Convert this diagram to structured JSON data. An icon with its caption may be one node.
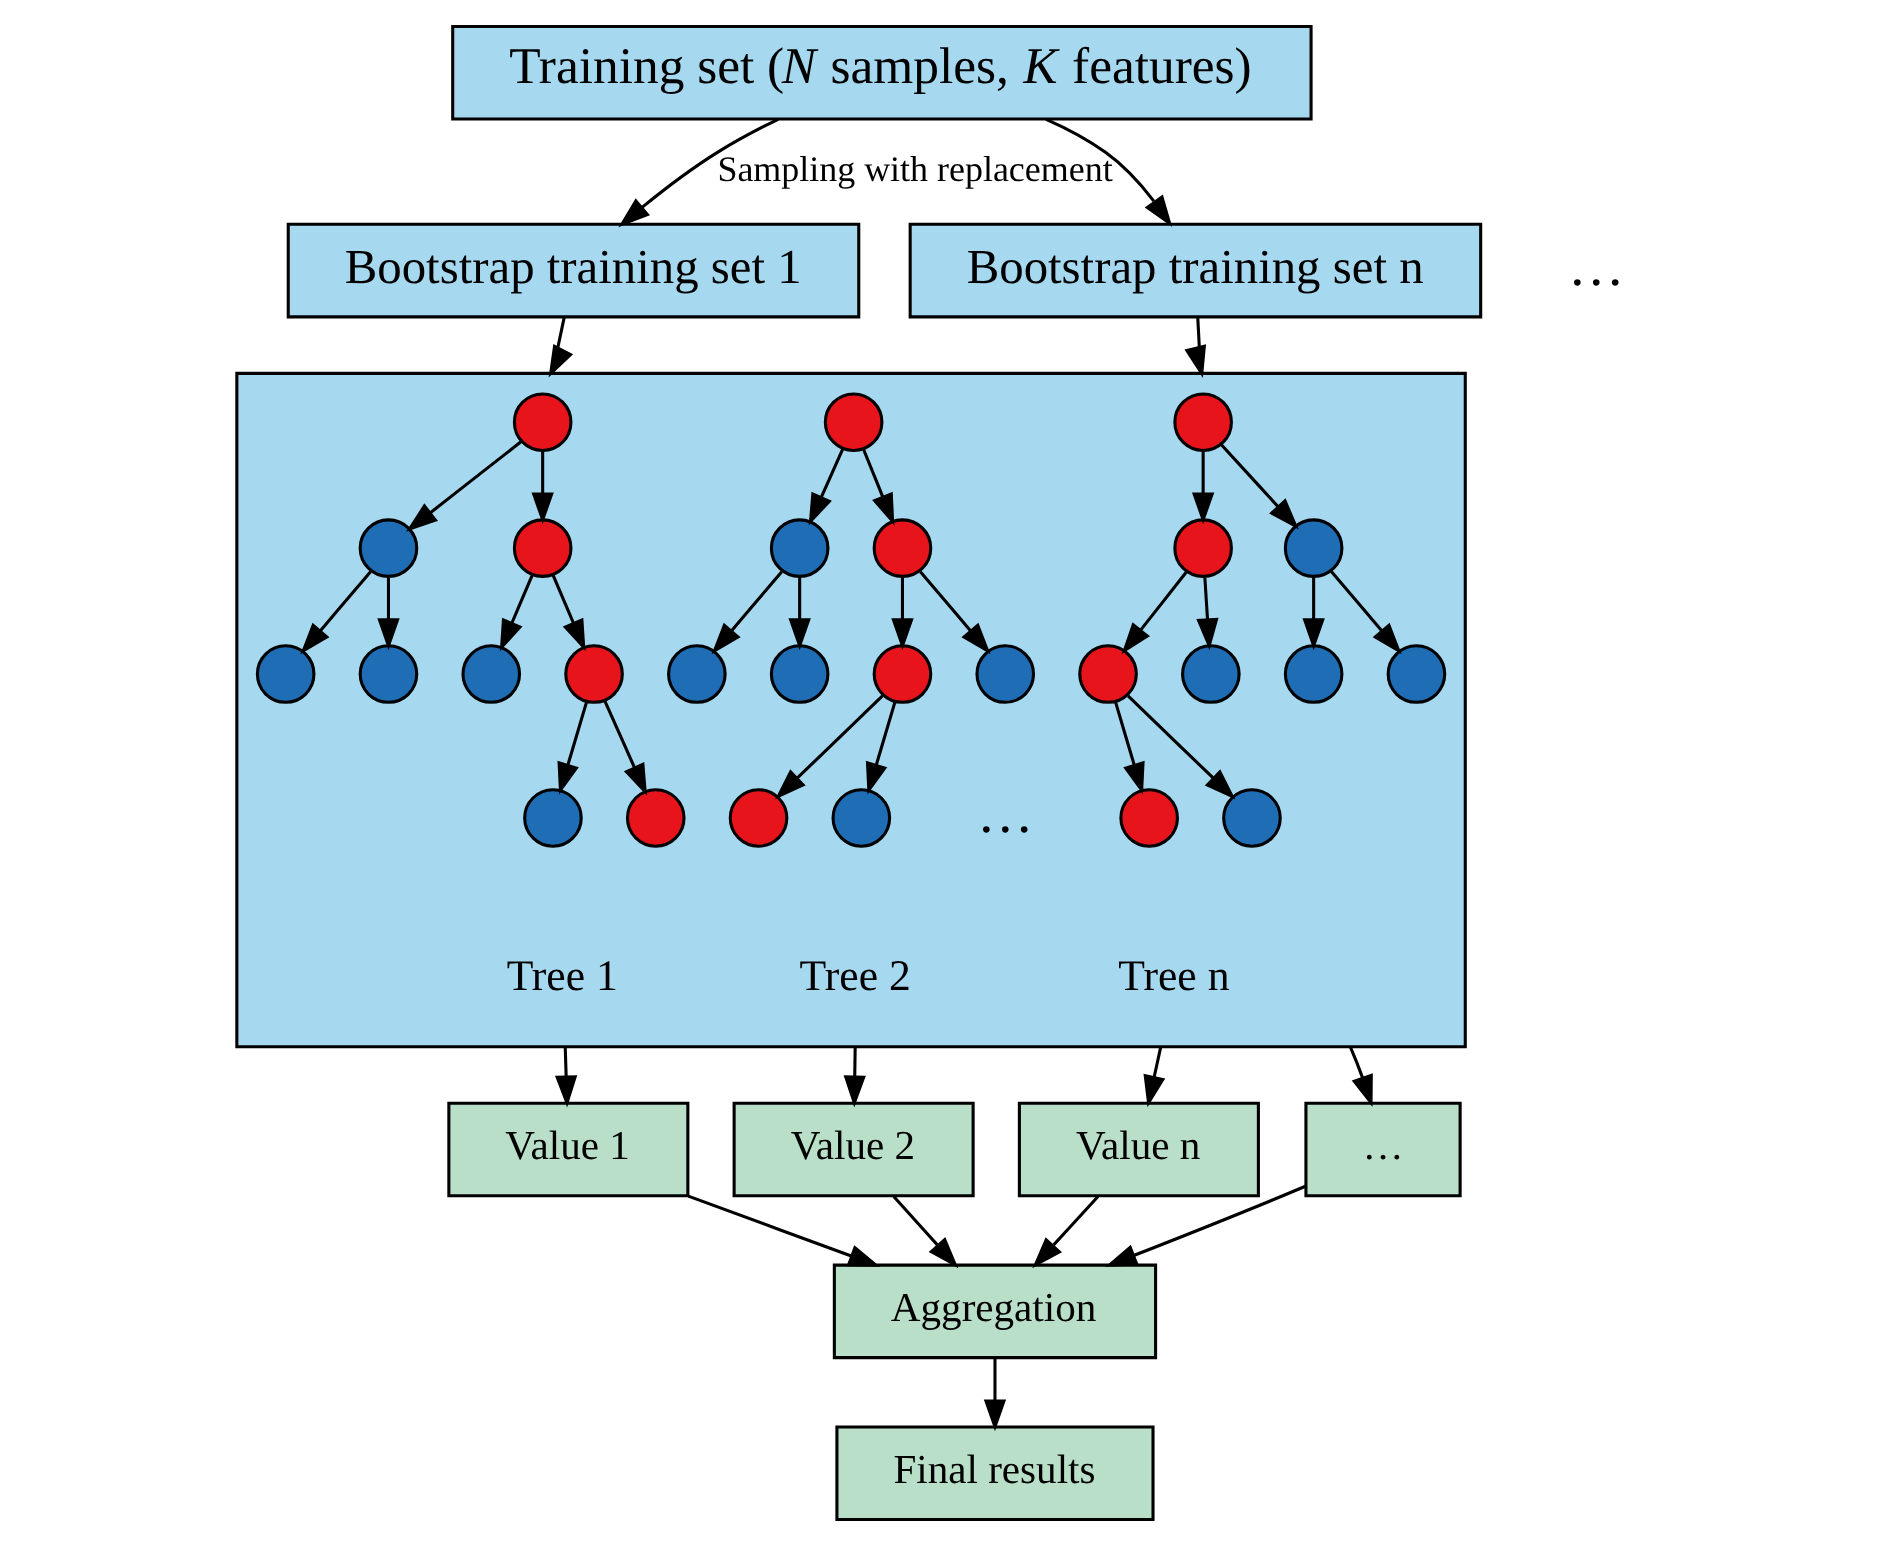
{
  "diagram": {
    "nodes": [
      {
        "text": [
          "Training set (*N* samples, *K* features)"
        ]
      },
      {
        "text": [
          "Bootstrap training set 1"
        ]
      },
      {
        "text": [
          "Bootstrap training set n"
        ]
      },
      {
        "text": [],
        "shape": "box"
      },
      {
        "text": [],
        "shape": "circle",
        "in": 3
      },
      {
        "text": [],
        "shape": "circle",
        "in": 3
      },
      {
        "text": [],
        "shape": "circle",
        "in": 3
      },
      {
        "text": [],
        "shape": "circle",
        "in": 3
      },
      {
        "text": [],
        "shape": "circle",
        "in": 3
      },
      {
        "text": [],
        "shape": "circle",
        "in": 3
      },
      {
        "text": [],
        "shape": "circle",
        "in": 3
      },
      {
        "text": [],
        "shape": "circle",
        "in": 3
      },
      {
        "text": [],
        "shape": "circle",
        "in": 3
      },
      {
        "text": [],
        "shape": "circle",
        "in": 3
      },
      {
        "text": [],
        "shape": "circle",
        "in": 3
      },
      {
        "text": [],
        "shape": "circle",
        "in": 3
      },
      {
        "text": [],
        "shape": "circle",
        "in": 3
      },
      {
        "text": [],
        "shape": "circle",
        "in": 3
      },
      {
        "text": [],
        "shape": "circle",
        "in": 3
      },
      {
        "text": [],
        "shape": "circle",
        "in": 3
      },
      {
        "text": [],
        "shape": "circle",
        "in": 3
      },
      {
        "text": [],
        "shape": "circle",
        "in": 3
      },
      {
        "text": [],
        "shape": "circle",
        "in": 3
      },
      {
        "text": [],
        "shape": "circle",
        "in": 3
      },
      {
        "text": [],
        "shape": "circle",
        "in": 3
      },
      {
        "text": [],
        "shape": "circle",
        "in": 3
      },
      {
        "text": [],
        "shape": "circle",
        "in": 3
      },
      {
        "text": [],
        "shape": "circle",
        "in": 3
      },
      {
        "text": [],
        "shape": "circle",
        "in": 3
      },
      {
        "text": [],
        "shape": "circle",
        "in": 3
      },
      {
        "text": [],
        "shape": "circle",
        "in": 3
      },
      {
        "text": [
          "Value 1"
        ]
      },
      {
        "text": [
          "Value 2"
        ]
      },
      {
        "text": [
          "…"
        ]
      },
      {
        "text": [
          "Value n"
        ]
      },
      {
        "text": [
          "Aggregation"
        ]
      },
      {
        "text": [
          "Final results"
        ]
      }
    ],
    "edges": [
      {
        "from": 0,
        "to": 1,
        "arrow": "to",
        "label": "Sampling with replacement"
      },
      {
        "from": 0,
        "to": 2,
        "arrow": "to"
      },
      {
        "from": 1,
        "to": 3,
        "arrow": "to"
      },
      {
        "from": 2,
        "to": 3,
        "arrow": "to"
      },
      {
        "from": 4,
        "to": 5,
        "arrow": "to"
      },
      {
        "from": 4,
        "to": 6,
        "arrow": "to"
      },
      {
        "from": 5,
        "to": 7,
        "arrow": "to"
      },
      {
        "from": 5,
        "to": 8,
        "arrow": "to"
      },
      {
        "from": 6,
        "to": 9,
        "arrow": "to"
      },
      {
        "from": 6,
        "to": 10,
        "arrow": "to"
      },
      {
        "from": 10,
        "to": 11,
        "arrow": "to"
      },
      {
        "from": 10,
        "to": 12,
        "arrow": "to"
      },
      {
        "from": 13,
        "to": 14,
        "arrow": "to"
      },
      {
        "from": 13,
        "to": 15,
        "arrow": "to"
      },
      {
        "from": 14,
        "to": 16,
        "arrow": "to"
      },
      {
        "from": 14,
        "to": 17,
        "arrow": "to"
      },
      {
        "from": 15,
        "to": 18,
        "arrow": "to"
      },
      {
        "from": 15,
        "to": 19,
        "arrow": "to"
      },
      {
        "from": 18,
        "to": 20,
        "arrow": "to"
      },
      {
        "from": 18,
        "to": 21,
        "arrow": "to"
      },
      {
        "from": 22,
        "to": 23,
        "arrow": "to"
      },
      {
        "from": 22,
        "to": 24,
        "arrow": "to"
      },
      {
        "from": 23,
        "to": 25,
        "arrow": "to"
      },
      {
        "from": 23,
        "to": 26,
        "arrow": "to"
      },
      {
        "from": 24,
        "to": 27,
        "arrow": "to"
      },
      {
        "from": 24,
        "to": 28,
        "arrow": "to"
      },
      {
        "from": 25,
        "to": 29,
        "arrow": "to"
      },
      {
        "from": 25,
        "to": 30,
        "arrow": "to"
      },
      {
        "from": 3,
        "to": 31,
        "arrow": "to"
      },
      {
        "from": 3,
        "to": 32,
        "arrow": "to"
      },
      {
        "from": 3,
        "to": 33,
        "arrow": "to"
      },
      {
        "from": 3,
        "to": 34,
        "arrow": "to"
      },
      {
        "from": 31,
        "to": 35,
        "arrow": "to"
      },
      {
        "from": 32,
        "to": 35,
        "arrow": "to"
      },
      {
        "from": 33,
        "to": 35,
        "arrow": "to"
      },
      {
        "from": 34,
        "to": 35,
        "arrow": "to"
      },
      {
        "from": 35,
        "to": 36,
        "arrow": "to"
      }
    ],
    "labels": [
      "…",
      "Tree 1",
      "Tree 2",
      "…",
      "Tree n"
    ]
  }
}
